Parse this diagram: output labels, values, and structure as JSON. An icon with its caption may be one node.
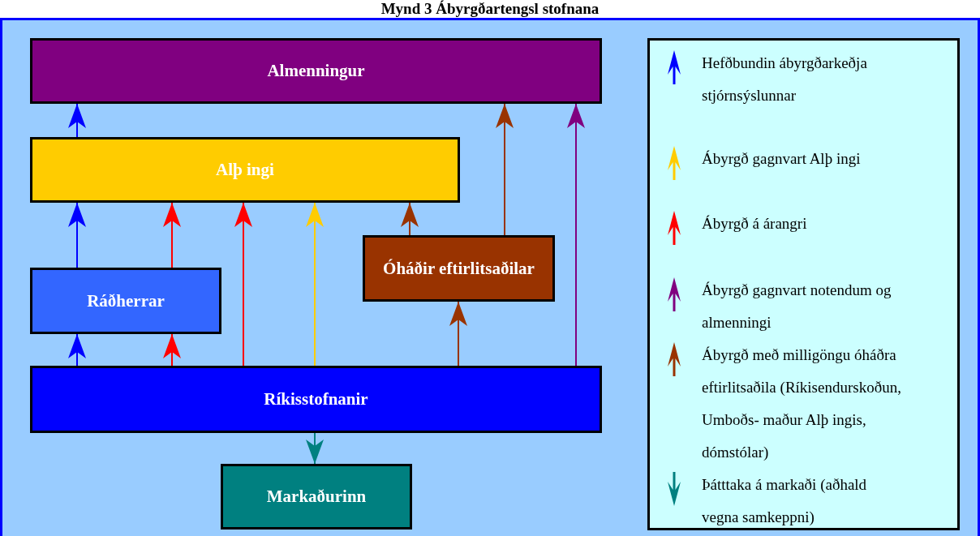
{
  "diagram": {
    "title": "Mynd 3 Ábyrgðartengsl stofnana",
    "nodes": [
      {
        "text": [
          "Almenningur"
        ]
      },
      {
        "text": [
          "Alþ ingi"
        ]
      },
      {
        "text": [
          "Ráðherrar"
        ]
      },
      {
        "text": [
          "Óháðir eftirlitsaðilar"
        ]
      },
      {
        "text": [
          "Ríkisstofnanir"
        ]
      },
      {
        "text": [
          "Markaðurinn"
        ]
      }
    ],
    "edges": [
      {
        "from": 1,
        "to": 0,
        "arrow": "to",
        "color": "#0000ff"
      },
      {
        "from": 2,
        "to": 1,
        "arrow": "to",
        "color": "#0000ff"
      },
      {
        "from": 2,
        "to": 1,
        "arrow": "to",
        "color": "#ff0000"
      },
      {
        "from": 4,
        "to": 1,
        "arrow": "to",
        "color": "#ff0000"
      },
      {
        "from": 4,
        "to": 1,
        "arrow": "to",
        "color": "#ffcc00"
      },
      {
        "from": 3,
        "to": 1,
        "arrow": "to",
        "color": "#993300"
      },
      {
        "from": 3,
        "to": 0,
        "arrow": "to",
        "color": "#993300"
      },
      {
        "from": 4,
        "to": 0,
        "arrow": "to",
        "color": "#800080"
      },
      {
        "from": 4,
        "to": 2,
        "arrow": "to",
        "color": "#0000ff"
      },
      {
        "from": 4,
        "to": 2,
        "arrow": "to",
        "color": "#ff0000"
      },
      {
        "from": 4,
        "to": 3,
        "arrow": "to",
        "color": "#993300"
      },
      {
        "from": 4,
        "to": 5,
        "arrow": "to",
        "color": "#008080"
      }
    ],
    "legend": [
      {
        "text": "Hefðbundin ábyrgðarkeðja stjórnsýslunnar",
        "color": "#0000ff"
      },
      {
        "text": "Ábyrgð gagnvart Alþ ingi",
        "color": "#ffcc00"
      },
      {
        "text": "Ábyrgð á árangri",
        "color": "#ff0000"
      },
      {
        "text": "Ábyrgð gagnvart notendum og almenningi",
        "color": "#800080"
      },
      {
        "text": "Ábyrgð með milligöngu óháðra eftirlitsaðila (Ríkisendurskoðun, Umboðs- maður Alþ ingis, dómstólar)",
        "color": "#993300"
      },
      {
        "text": "Þátttaka á markaði (aðhald vegna samkeppni)",
        "color": "#008080"
      }
    ]
  }
}
